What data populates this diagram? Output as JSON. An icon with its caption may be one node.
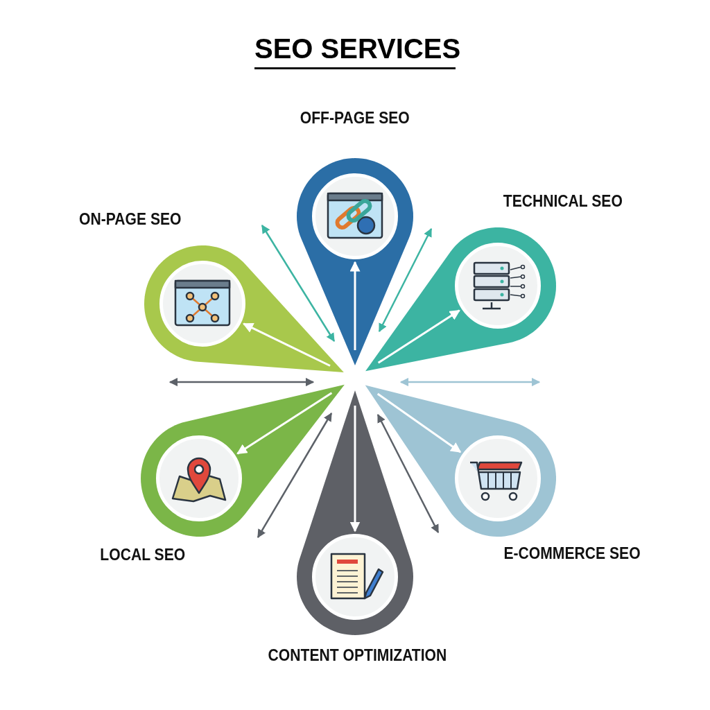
{
  "diagram": {
    "title": "SEO SERVICES",
    "nodes": [
      {
        "text": [
          "OFF-PAGE SEO"
        ]
      },
      {
        "text": [],
        "shape": "circle",
        "in": 0
      },
      {
        "text": [
          "TECHNICAL SEO"
        ]
      },
      {
        "text": [],
        "shape": "circle",
        "in": 2
      },
      {
        "text": [
          "E-COMMERCE SEO"
        ]
      },
      {
        "text": [],
        "shape": "circle",
        "in": 4
      },
      {
        "text": [
          "CONTENT OPTIMIZATION"
        ]
      },
      {
        "text": [],
        "shape": "circle",
        "in": 6
      },
      {
        "text": [
          "LOCAL SEO"
        ]
      },
      {
        "text": [],
        "shape": "circle",
        "in": 8
      },
      {
        "text": [
          "ON-PAGE SEO"
        ]
      },
      {
        "text": [],
        "shape": "circle",
        "in": 10
      }
    ],
    "edges": [
      {
        "from": null,
        "to": 1,
        "arrow": "to"
      },
      {
        "from": null,
        "to": 3,
        "arrow": "to"
      },
      {
        "from": null,
        "to": 5,
        "arrow": "to"
      },
      {
        "from": null,
        "to": 7,
        "arrow": "to"
      },
      {
        "from": null,
        "to": 9,
        "arrow": "to"
      },
      {
        "from": null,
        "to": 11,
        "arrow": "to"
      }
    ]
  }
}
